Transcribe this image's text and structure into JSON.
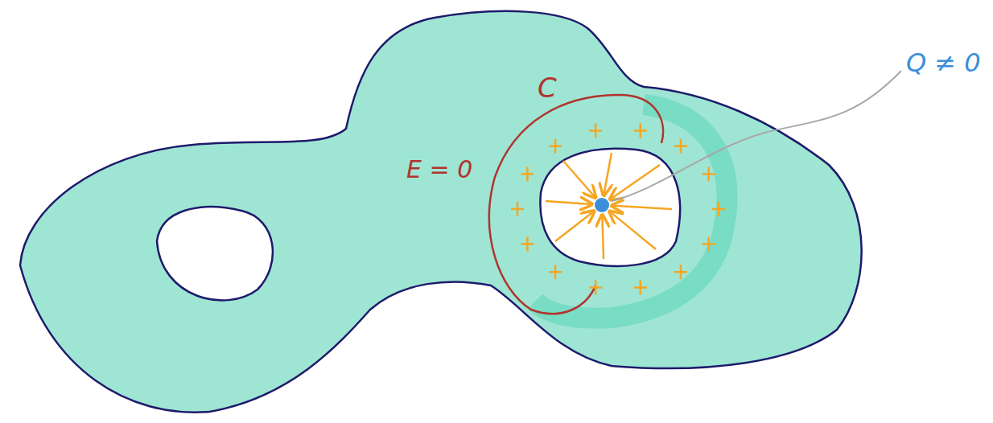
{
  "diagram": {
    "labels": [
      "C",
      "E = 0",
      "Q ≠ 0"
    ]
  }
}
